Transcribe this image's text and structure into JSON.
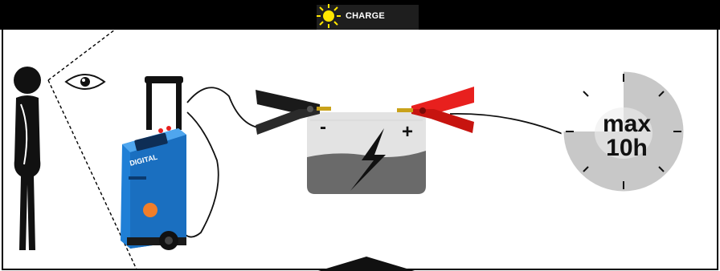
{
  "header": {
    "tab_label": "CHARGE",
    "sun_icon": "sun-icon"
  },
  "device": {
    "brand_label": "DIGITAL"
  },
  "battery": {
    "minus_label": "-",
    "plus_label": "+"
  },
  "timer": {
    "line1": "max",
    "line2": "10h",
    "elapsed_fraction": 0.25
  },
  "icons": [
    "person-icon",
    "eye-icon",
    "charger-icon",
    "clamp-negative-icon",
    "clamp-positive-icon",
    "battery-icon",
    "lightning-icon",
    "clock-icon"
  ],
  "colors": {
    "charger_blue": "#1f7fd6",
    "clamp_red": "#e8201e",
    "clamp_black": "#1a1a1a",
    "sun_yellow": "#ffe600",
    "battery_grey": "#6a6a6a",
    "clock_grey": "#c8c8c8"
  }
}
